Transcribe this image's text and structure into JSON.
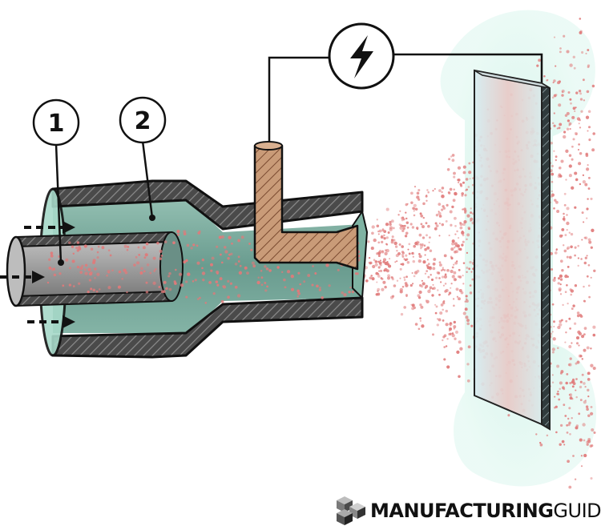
{
  "diagram": {
    "callouts": [
      {
        "id": "1",
        "label": "1"
      },
      {
        "id": "2",
        "label": "2"
      }
    ],
    "power_symbol": "lightning-bolt-icon"
  },
  "brand": {
    "name_bold": "MANUFACTURING",
    "name_light": "GUIDE",
    "logo": "isometric-cubes-logo"
  },
  "colors": {
    "particle": "#e07a7a",
    "mist": "#bfeee0",
    "body_dark": "#3b3b3b",
    "electrode": "#c48f6c",
    "inner_tube": "#9a9a9a",
    "panel": "#cfe8ec"
  }
}
